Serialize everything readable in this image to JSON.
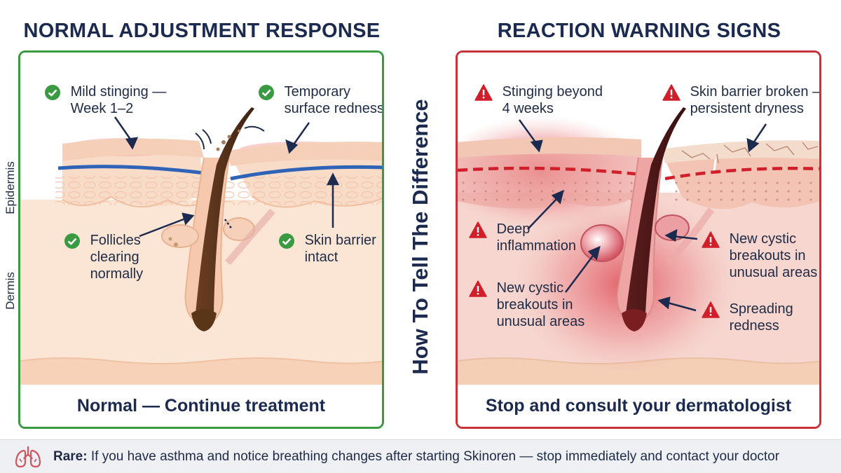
{
  "left": {
    "title": "NORMAL ADJUSTMENT RESPONSE",
    "footer": "Normal — Continue treatment",
    "labels": {
      "stinging": [
        "Mild stinging —",
        "Week 1–2"
      ],
      "redness": [
        "Temporary",
        "surface redness"
      ],
      "follicles": [
        "Follicles",
        "clearing",
        "normally"
      ],
      "barrier": [
        "Skin barrier",
        "intact"
      ]
    },
    "side": {
      "epidermis": "Epidermis",
      "dermis": "Dermis"
    }
  },
  "right": {
    "title": "REACTION WARNING SIGNS",
    "footer": "Stop and consult your dermatologist",
    "labels": {
      "stinging": [
        "Stinging beyond",
        "4 weeks"
      ],
      "barrier": [
        "Skin barrier broken —",
        "persistent dryness"
      ],
      "inflammation": [
        "Deep",
        "inflammation"
      ],
      "cystic_right": [
        "New cystic",
        "breakouts in",
        "unusual areas"
      ],
      "cystic_left": [
        "New cystic",
        "breakouts in",
        "unusual areas"
      ],
      "spreading": [
        "Spreading",
        "redness"
      ]
    }
  },
  "center_title": "How To Tell The Difference",
  "bottom": {
    "label": "Rare:",
    "message": " If you have asthma and notice breathing changes after starting Skinoren — stop immediately and contact your doctor"
  },
  "icons": {
    "check": "check-circle-icon",
    "warning": "warning-triangle-icon",
    "lungs": "lungs-icon"
  },
  "colors": {
    "normal": "#3a9a42",
    "warning": "#c8323a",
    "navy": "#1b2a4e",
    "skin": "#f8dcc8"
  }
}
